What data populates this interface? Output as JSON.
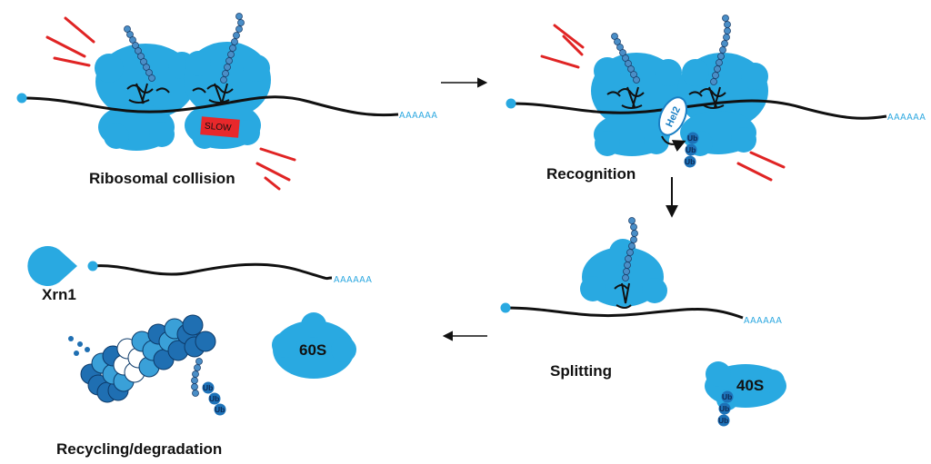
{
  "colors": {
    "ribosome": "#29a9e1",
    "mrna": "#111111",
    "cap": "#29a9e1",
    "polyA": "#2aa7e0",
    "chain": "#4a8ec7",
    "flash": "#e02424",
    "slow_box": "#e8282b",
    "ub": "#1d72b8",
    "proteasome_dark": "#1f6fb2",
    "proteasome_mid": "#3aa0d8",
    "proteasome_light": "#ffffff"
  },
  "labels": {
    "collision": "Ribosomal collision",
    "recognition": "Recognition",
    "splitting": "Splitting",
    "recycling": "Recycling/degradation",
    "xrn1": "Xrn1",
    "sub60": "60S",
    "sub40": "40S",
    "slow": "SLOW",
    "hel2": "Hel2",
    "ub": "Ub",
    "polyA": "AAAAAA"
  },
  "icons": {
    "arrow": "right-arrow-icon",
    "xrn1": "pacman-exonuclease-icon"
  }
}
